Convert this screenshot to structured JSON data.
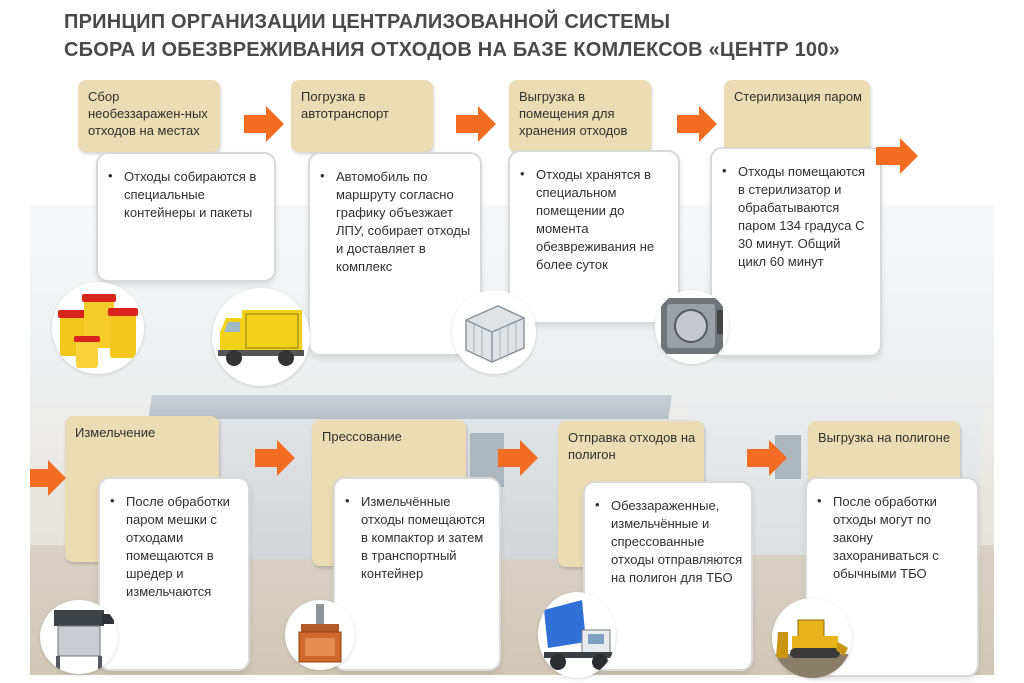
{
  "title": {
    "line1": "ПРИНЦИП ОРГАНИЗАЦИИ ЦЕНТРАЛИЗОВАННОЙ СИСТЕМЫ",
    "line2": "СБОРА И ОБЕЗВРЕЖИВАНИЯ ОТХОДОВ НА БАЗЕ КОМЛЕКСОВ «ЦЕНТР 100»"
  },
  "colors": {
    "tab": "#ecdcb4",
    "arrow": "#f26d22",
    "text": "#303030",
    "title": "#4a4a4a"
  },
  "steps": [
    {
      "label": "Сбор необеззаражен-ных отходов на местах",
      "text": "Отходы собираются в специальные контейнеры и пакеты",
      "icon": "waste-containers-icon"
    },
    {
      "label": "Погрузка в автотранспорт",
      "text": "Автомобиль по маршруту согласно графику объезжает ЛПУ, собирает отходы и доставляет в комплекс",
      "icon": "delivery-truck-icon"
    },
    {
      "label": "Выгрузка в помещения для хранения отходов",
      "text": "Отходы хранятся в специальном помещении до момента обезвреживания не более суток",
      "icon": "storage-cart-icon"
    },
    {
      "label": "Стерилизация паром",
      "text": "Отходы помещаются в стерилизатор и обрабатываются паром 134 градуса С 30 минут. Общий цикл 60 минут",
      "icon": "sterilizer-icon"
    },
    {
      "label": "Измельчение",
      "text": "После обработки паром мешки с отходами помещаются в шредер и измельчаются",
      "icon": "shredder-icon"
    },
    {
      "label": "Прессование",
      "text": "Измельчённые отходы помещаются в компактор и затем в транспортный контейнер",
      "icon": "compactor-icon"
    },
    {
      "label": "Отправка отходов на полигон",
      "text": "Обеззараженные, измельчённые и спрессованные отходы отправляются на полигон для ТБО",
      "icon": "dump-truck-icon"
    },
    {
      "label": "Выгрузка на полигоне",
      "text": "После обработки отходы могут по закону захораниваться с обычными ТБО",
      "icon": "bulldozer-icon"
    }
  ]
}
